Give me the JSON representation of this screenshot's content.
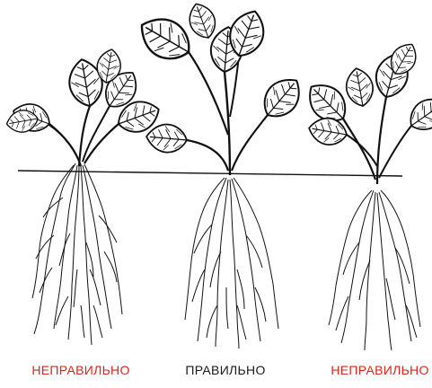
{
  "labels": {
    "left": "НЕПРАВИЛЬНО",
    "middle": "ПРАВИЛЬНО",
    "right": "НЕПРАВИЛЬНО"
  },
  "colors": {
    "wrong": "#d9261c",
    "right": "#1a1a1a",
    "ink": "#111111"
  }
}
